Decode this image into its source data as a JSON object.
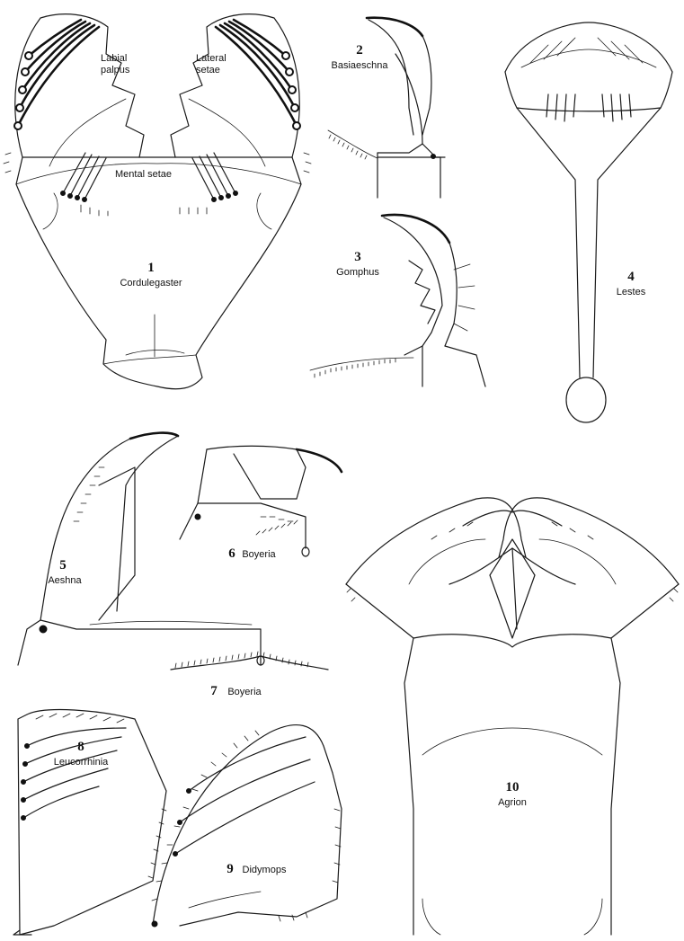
{
  "figures": [
    {
      "number": "1",
      "name": "Cordulegaster"
    },
    {
      "number": "2",
      "name": "Basiaeschna"
    },
    {
      "number": "3",
      "name": "Gomphus"
    },
    {
      "number": "4",
      "name": "Lestes"
    },
    {
      "number": "5",
      "name": "Aeshna"
    },
    {
      "number": "6",
      "name": "Boyeria"
    },
    {
      "number": "7",
      "name": "Boyeria"
    },
    {
      "number": "8",
      "name": "Leucorrhinia"
    },
    {
      "number": "9",
      "name": "Didymops"
    },
    {
      "number": "10",
      "name": "Agrion"
    }
  ],
  "labels": {
    "labial_palpus_1": "Labial",
    "labial_palpus_2": "palpus",
    "lateral_setae_1": "Lateral",
    "lateral_setae_2": "setae",
    "mental_setae": "Mental setae"
  }
}
